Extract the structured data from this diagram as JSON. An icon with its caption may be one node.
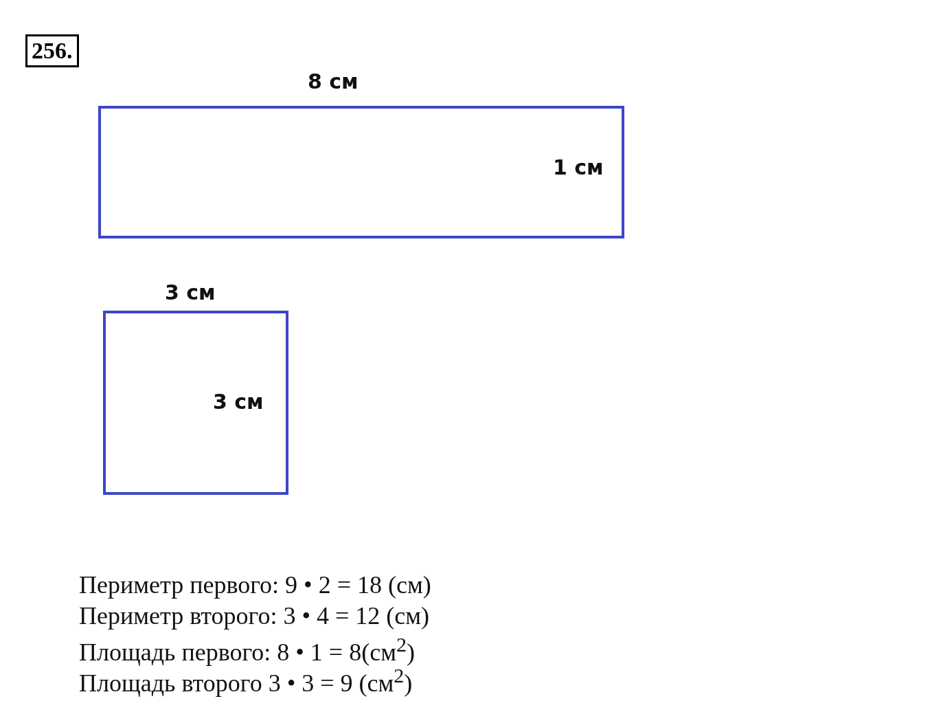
{
  "diagram": {
    "title": "256.",
    "nodes": [
      {
        "text": [
          "1 см"
        ],
        "beside": [
          "8 см"
        ]
      },
      {
        "text": [
          "3 см"
        ],
        "beside": [
          "3 см"
        ]
      }
    ],
    "labels": [
      "Периметр первого: 9 • 2 = 18 (см)",
      "Периметр второго: 3 • 4 = 12 (см)",
      "Площадь первого: 8 • 1 = 8(см$^{2}$)",
      "Площадь второго 3 • 3 = 9 (см$^{2}$)"
    ]
  }
}
